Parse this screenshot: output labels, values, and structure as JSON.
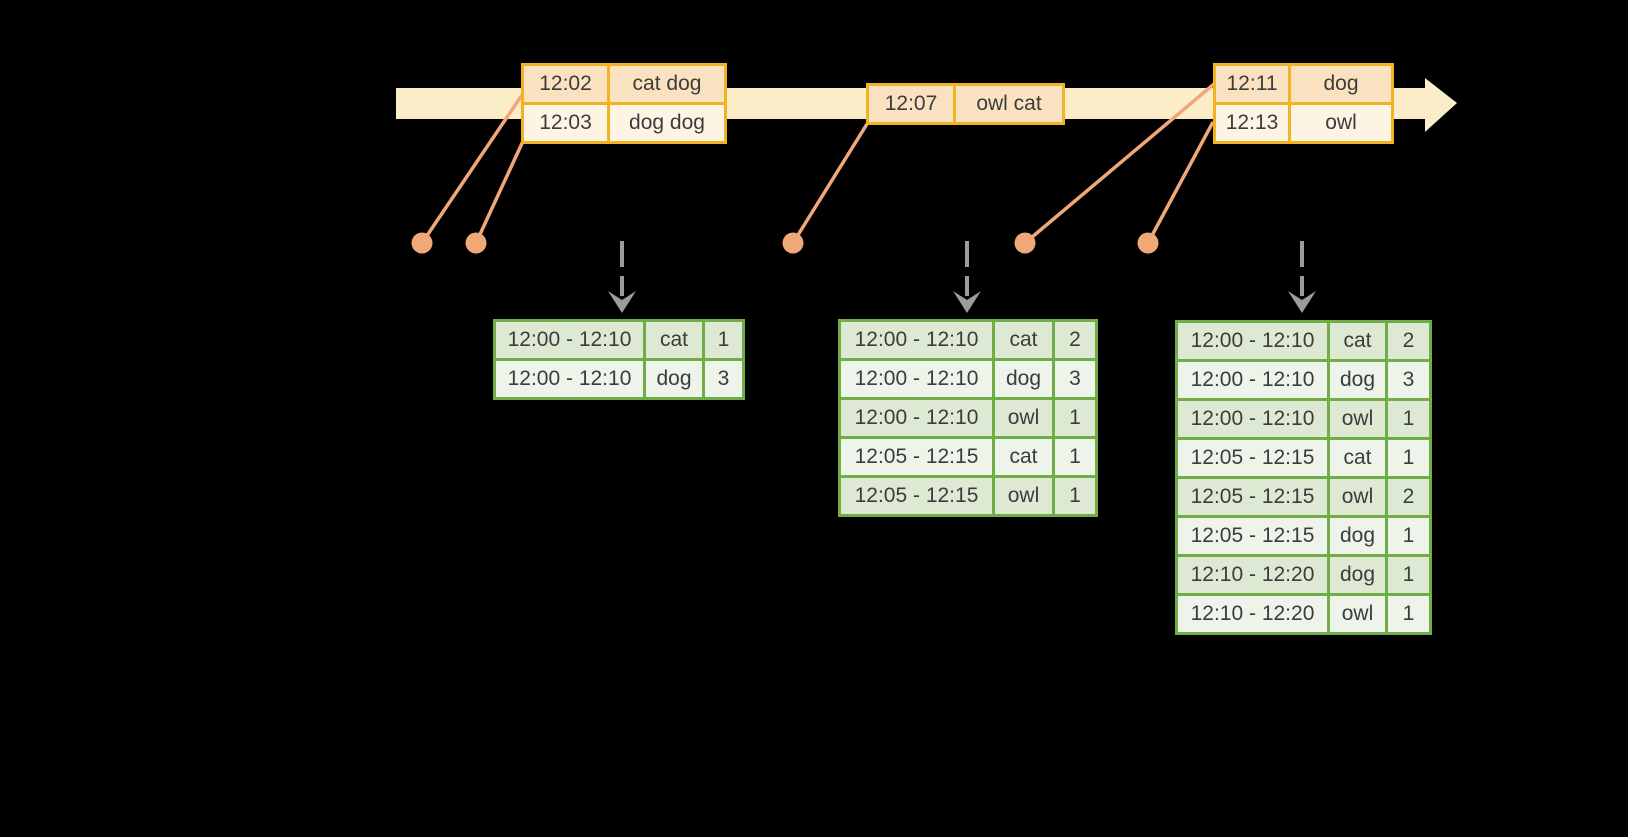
{
  "colors": {
    "background": "#000000",
    "timeline_fill": "#FAEDC8",
    "event_border": "#F0B323",
    "event_row_dark": "#FAE2C1",
    "event_row_light": "#FDF4E4",
    "connector": "#F1A879",
    "result_border": "#70AD47",
    "result_row_dark": "#DEE9D3",
    "result_row_light": "#EFF4EA",
    "trigger_arrow": "#9C9C9C",
    "text": "#3C3C3C"
  },
  "event_stream": {
    "batches": [
      {
        "rows": [
          [
            "12:02",
            "cat dog"
          ],
          [
            "12:03",
            "dog dog"
          ]
        ]
      },
      {
        "rows": [
          [
            "12:07",
            "owl cat"
          ]
        ]
      },
      {
        "rows": [
          [
            "12:11",
            "dog"
          ],
          [
            "12:13",
            "owl"
          ]
        ]
      }
    ]
  },
  "result_tables": [
    {
      "rows": [
        [
          "12:00 - 12:10",
          "cat",
          "1"
        ],
        [
          "12:00 - 12:10",
          "dog",
          "3"
        ]
      ]
    },
    {
      "rows": [
        [
          "12:00 - 12:10",
          "cat",
          "2"
        ],
        [
          "12:00 - 12:10",
          "dog",
          "3"
        ],
        [
          "12:00 - 12:10",
          "owl",
          "1"
        ],
        [
          "12:05 - 12:15",
          "cat",
          "1"
        ],
        [
          "12:05 - 12:15",
          "owl",
          "1"
        ]
      ]
    },
    {
      "rows": [
        [
          "12:00 - 12:10",
          "cat",
          "2"
        ],
        [
          "12:00 - 12:10",
          "dog",
          "3"
        ],
        [
          "12:00 - 12:10",
          "owl",
          "1"
        ],
        [
          "12:05 - 12:15",
          "cat",
          "1"
        ],
        [
          "12:05 - 12:15",
          "owl",
          "2"
        ],
        [
          "12:05 - 12:15",
          "dog",
          "1"
        ],
        [
          "12:10 - 12:20",
          "dog",
          "1"
        ],
        [
          "12:10 - 12:20",
          "owl",
          "1"
        ]
      ]
    }
  ]
}
